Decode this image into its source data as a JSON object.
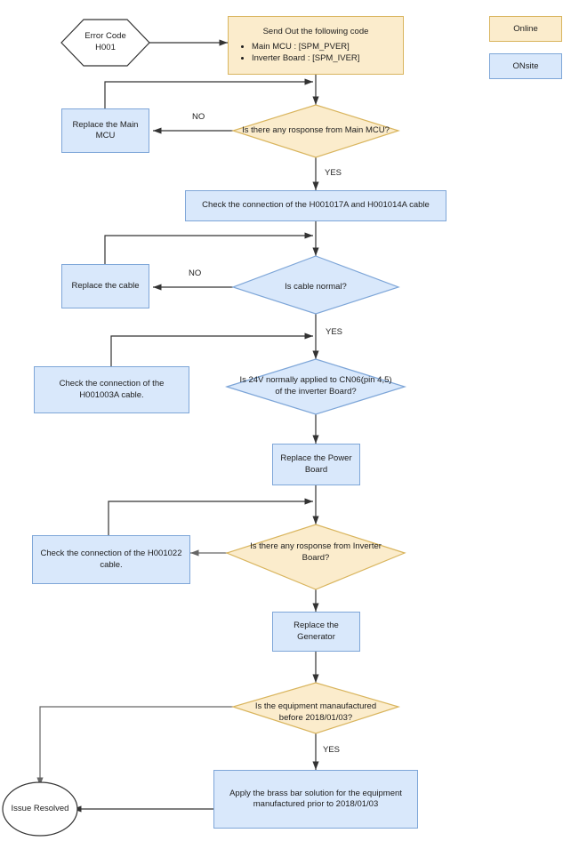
{
  "legend": {
    "online": {
      "label": "Online",
      "color": "#fbeccc",
      "border": "#d9b55e"
    },
    "onsite": {
      "label": "ONsite",
      "color": "#d9e8fb",
      "border": "#7ea6d8"
    }
  },
  "nodes": {
    "start": {
      "label": "Error Code\nH001",
      "line1": "Error Code",
      "line2": "H001",
      "shape": "hexagon"
    },
    "send_code": {
      "title": "Send Out the following code",
      "items": [
        "Main MCU : [SPM_PVER]",
        "Inverter Board : [SPM_IVER]"
      ],
      "type": "online"
    },
    "q_main_mcu": {
      "label": "Is there any rosponse from Main MCU?",
      "type": "online"
    },
    "replace_main_mcu": {
      "line1": "Replace the Main",
      "line2": "MCU",
      "type": "onsite"
    },
    "check_cable_1017_1014": {
      "label": "Check the connection of the H001017A and H001014A cable",
      "type": "onsite"
    },
    "q_cable_normal": {
      "label": "Is cable normal?",
      "type": "onsite"
    },
    "replace_cable": {
      "label": "Replace the cable",
      "type": "onsite"
    },
    "q_24v": {
      "line1": "Is 24V normally applied to CN06(pin 4,5)",
      "line2": "of the inverter Board?",
      "type": "onsite"
    },
    "check_cable_1003a": {
      "line1": "Check the connection of the",
      "line2": "H001003A cable.",
      "type": "onsite"
    },
    "replace_power_board": {
      "line1": "Replace the Power",
      "line2": "Board",
      "type": "onsite"
    },
    "q_inverter": {
      "line1": "Is there any rosponse from Inverter",
      "line2": "Board?",
      "type": "online"
    },
    "check_cable_1022": {
      "line1": "Check the connection of the H001022",
      "line2": "cable.",
      "type": "onsite"
    },
    "replace_generator": {
      "line1": "Replace the",
      "line2": "Generator",
      "type": "onsite"
    },
    "q_manufactured": {
      "line1": "Is the equipment manaufactured",
      "line2": "before 2018/01/03?",
      "type": "online"
    },
    "brass_bar": {
      "line1": "Apply the brass bar solution for the equipment",
      "line2": "manufactured prior to 2018/01/03",
      "type": "onsite"
    },
    "issue_resolved": {
      "label": "Issue Resolved",
      "shape": "ellipse"
    }
  },
  "edge_labels": {
    "no_1": "NO",
    "yes_1": "YES",
    "no_2": "NO",
    "yes_2": "YES",
    "yes_3": "YES"
  },
  "colors": {
    "online_fill": "#fbeccc",
    "online_stroke": "#d9b55e",
    "onsite_fill": "#d9e8fb",
    "onsite_stroke": "#7ea6d8",
    "line": "#333333",
    "line_gray": "#666666",
    "white_fill": "#ffffff",
    "white_stroke": "#333333"
  }
}
